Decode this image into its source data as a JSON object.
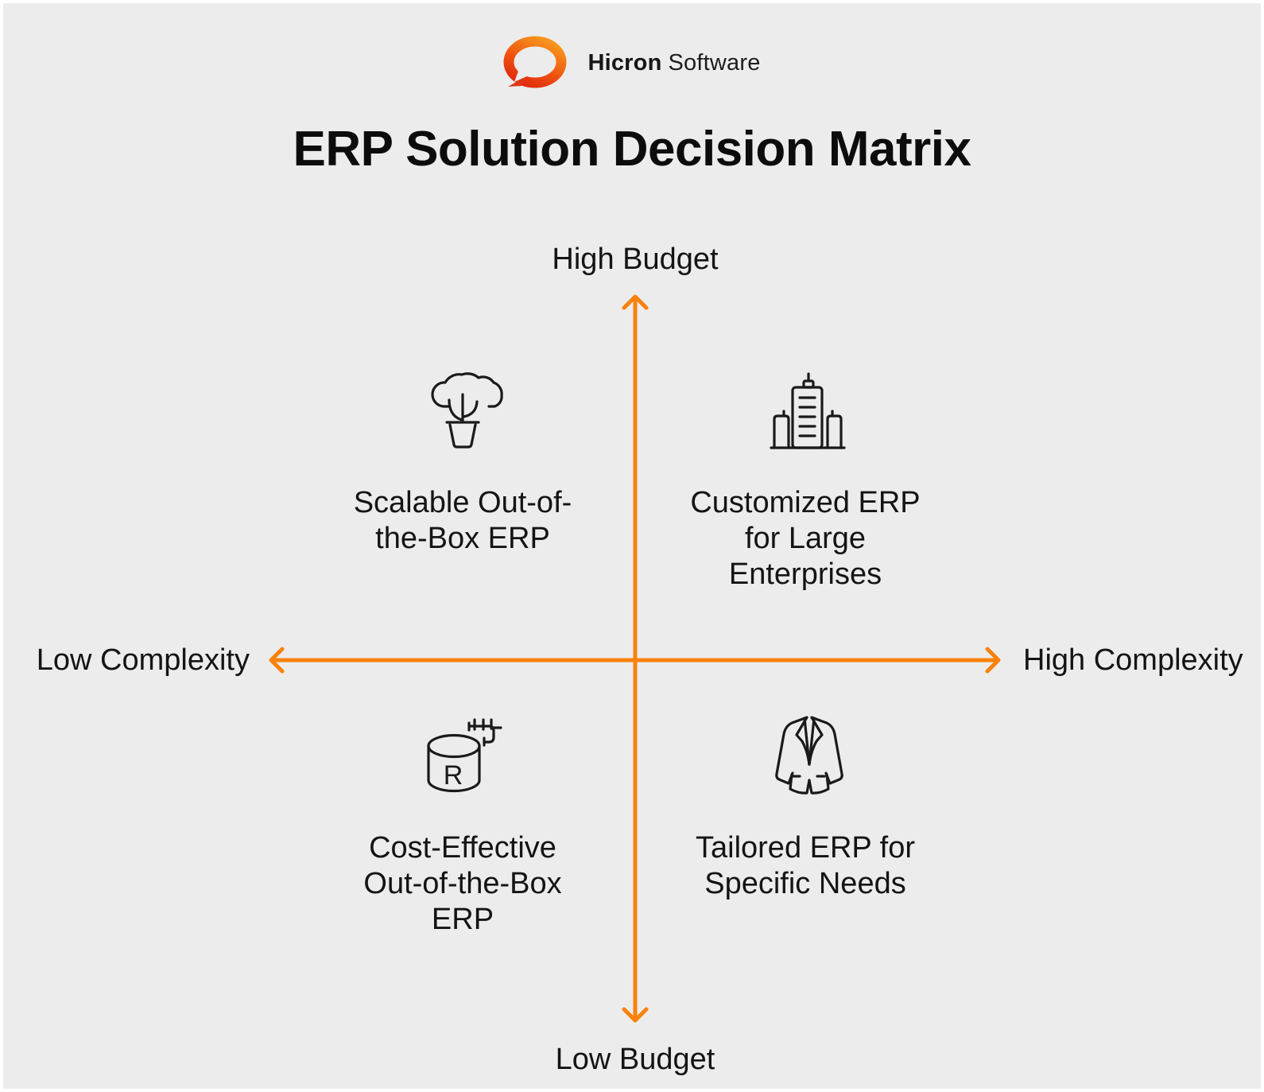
{
  "colors": {
    "background": "#ECECEC",
    "frame": "#FFFFFF",
    "axis_orange": "#F8820B",
    "text_primary": "#141414",
    "icon_stroke": "#1A1A1A",
    "logo_gradient_start": "#F7941E",
    "logo_gradient_end": "#E0290F"
  },
  "logo": {
    "brand_bold": "Hicron",
    "brand_regular": "Software",
    "mark": "speech-bubble-ring-icon"
  },
  "title": "ERP Solution Decision Matrix",
  "axes": {
    "top_label": "High Budget",
    "bottom_label": "Low Budget",
    "left_label": "Low Complexity",
    "right_label": "High Complexity"
  },
  "quadrants": {
    "top_left": {
      "icon": "potted-plant-icon",
      "label": "Scalable Out-of-\nthe-Box ERP"
    },
    "top_right": {
      "icon": "office-buildings-icon",
      "label": "Customized ERP\nfor Large\nEnterprises"
    },
    "bottom_left": {
      "icon": "database-module-icon",
      "database_letter": "R",
      "label": "Cost-Effective\nOut-of-the-Box\nERP"
    },
    "bottom_right": {
      "icon": "suit-jacket-icon",
      "label": "Tailored ERP for\nSpecific Needs"
    }
  }
}
